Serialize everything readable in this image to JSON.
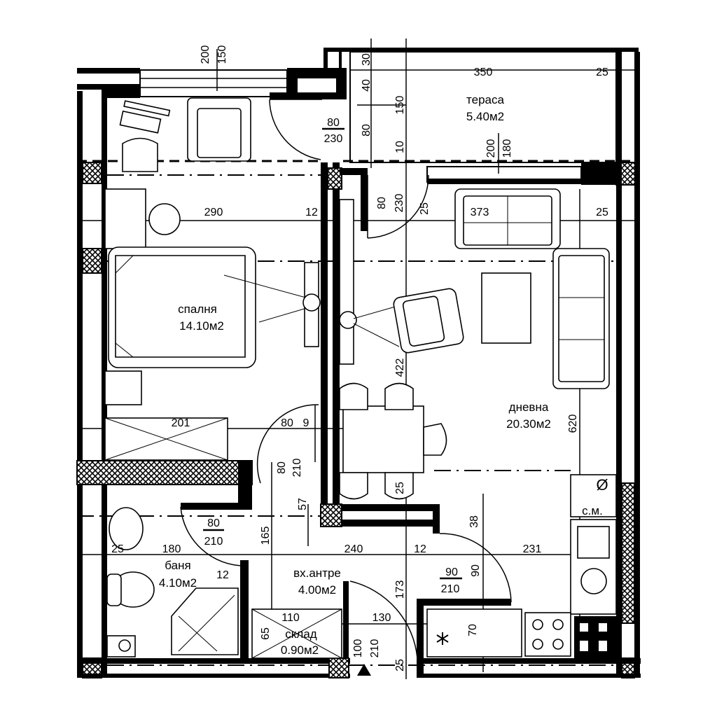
{
  "rooms": {
    "terrace": {
      "name": "тераса",
      "area": "5.40м2"
    },
    "bedroom": {
      "name": "спалня",
      "area": "14.10м2"
    },
    "living": {
      "name": "дневна",
      "area": "20.30м2"
    },
    "bathroom": {
      "name": "баня",
      "area": "4.10м2"
    },
    "entrance": {
      "name": "вх.антре",
      "area": "4.00м2"
    },
    "storage": {
      "name": "склад",
      "area": "0.90м2"
    }
  },
  "fixtures": {
    "washing_machine": "с.м.",
    "washing_machine_symbol": "Ø"
  },
  "doors": {
    "terrace_door": {
      "width": "80",
      "height": "230"
    },
    "living_terrace_door": {
      "width": "80",
      "height": "230"
    },
    "bathroom_door": {
      "width": "80",
      "height": "210"
    },
    "bedroom_door": {
      "width": "80",
      "height": "210"
    },
    "living_door": {
      "width": "90",
      "height": "210"
    },
    "entrance_door": {
      "width": "100",
      "height": "210"
    }
  },
  "windows": {
    "bedroom_window": {
      "width": "200",
      "height": "150"
    },
    "living_window": {
      "width": "200",
      "height": "180"
    }
  },
  "dimensions": {
    "h": [
      "350",
      "25",
      "290",
      "12",
      "373",
      "25",
      "201",
      "80",
      "9",
      "180",
      "25",
      "240",
      "12",
      "231",
      "12",
      "110",
      "130"
    ],
    "v": [
      "30",
      "40",
      "150",
      "80",
      "10",
      "25",
      "422",
      "620",
      "57",
      "165",
      "38",
      "90",
      "173",
      "65",
      "25",
      "25",
      "70"
    ]
  },
  "colors": {
    "lines": "#000000",
    "background": "#ffffff"
  }
}
